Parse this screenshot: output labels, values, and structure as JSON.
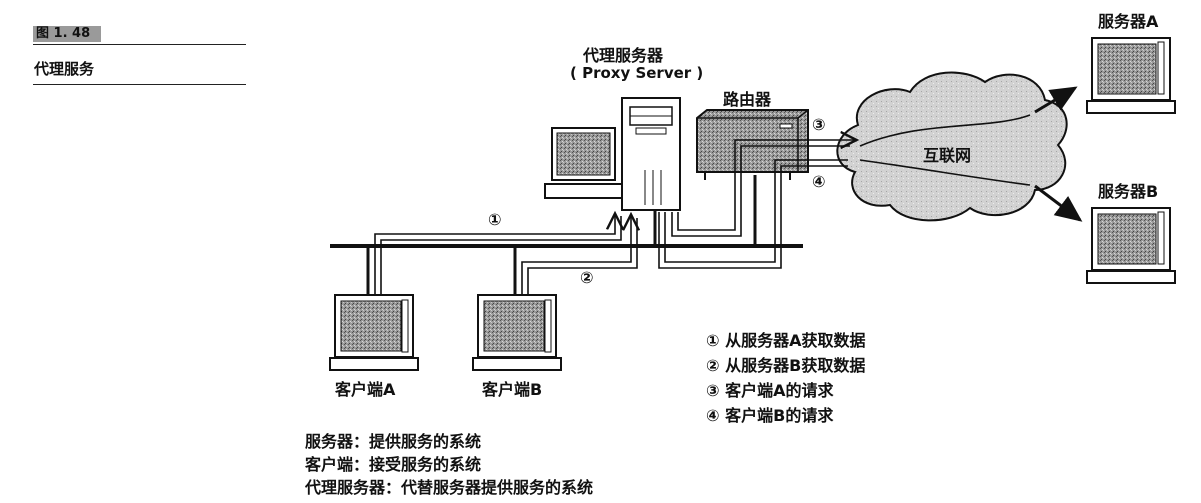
{
  "figure": {
    "badge": "图 1. 48",
    "title": "代理服务"
  },
  "nodes": {
    "proxy_server": {
      "label": "代理服务器",
      "sublabel": "( Proxy Server )"
    },
    "router": {
      "label": "路由器"
    },
    "internet": {
      "label": "互联网"
    },
    "server_a": {
      "label": "服务器A"
    },
    "server_b": {
      "label": "服务器B"
    },
    "client_a": {
      "label": "客户端A"
    },
    "client_b": {
      "label": "客户端B"
    }
  },
  "path_markers": [
    "①",
    "②",
    "③",
    "④"
  ],
  "legend": [
    "① 从服务器A获取数据",
    "② 从服务器B获取数据",
    "③ 客户端A的请求",
    "④ 客户端B的请求"
  ],
  "definitions": [
    "服务器：提供服务的系统",
    "客户端：接受服务的系统",
    "代理服务器：代替服务器提供服务的系统"
  ],
  "colors": {
    "ink": "#111111",
    "screen": "#8a8a8a",
    "cloud": "#c8c8c8",
    "badge": "#9a9a9a"
  }
}
